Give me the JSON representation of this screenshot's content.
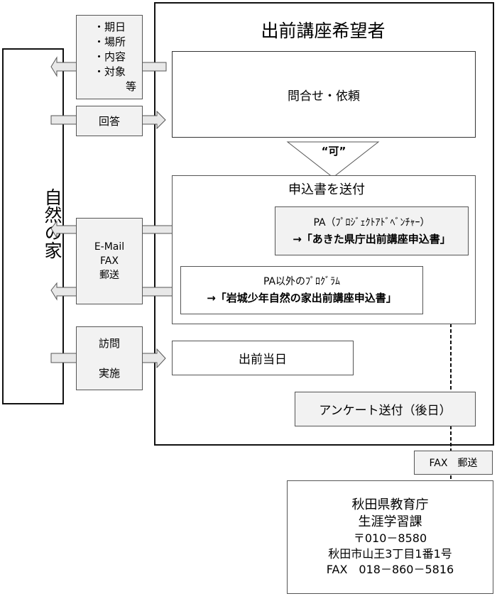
{
  "left_party": {
    "label": "自然の家"
  },
  "right_party": {
    "title": "出前講座希望者"
  },
  "exchange_boxes": {
    "inquiry_items": [
      "・期日",
      "・場所",
      "・内容",
      "・対象"
    ],
    "inquiry_suffix": "等",
    "answer": "回答",
    "send_methods": [
      "E-Mail",
      "FAX",
      "郵送"
    ],
    "visit": [
      "訪問",
      "実施"
    ]
  },
  "steps": {
    "inquiry": "問合せ・依頼",
    "approval": "“可”",
    "send_application": "申込書を送付",
    "pa_line1": "PA（ﾌﾟﾛｼﾞｪｸﾄｱﾄﾞﾍﾞﾝﾁｬｰ）",
    "pa_line2": "→「あきた県庁出前講座申込書」",
    "other_line1": "PA以外のﾌﾟﾛｸﾞﾗﾑ",
    "other_line2": "→「岩城少年自然の家出前講座申込書」",
    "lecture_day": "出前当日",
    "survey": "アンケート送付（後日）"
  },
  "delivery": {
    "label": "FAX　郵送"
  },
  "destination": {
    "lines": [
      "秋田県教育庁",
      "生涯学習課",
      "〒010－8580",
      "秋田市山王3丁目1番1号",
      "FAX　018－860－5816"
    ]
  },
  "colors": {
    "box_fill": "#f2f2f2",
    "arrow_fill": "#e8e8e8",
    "line": "#111111"
  }
}
